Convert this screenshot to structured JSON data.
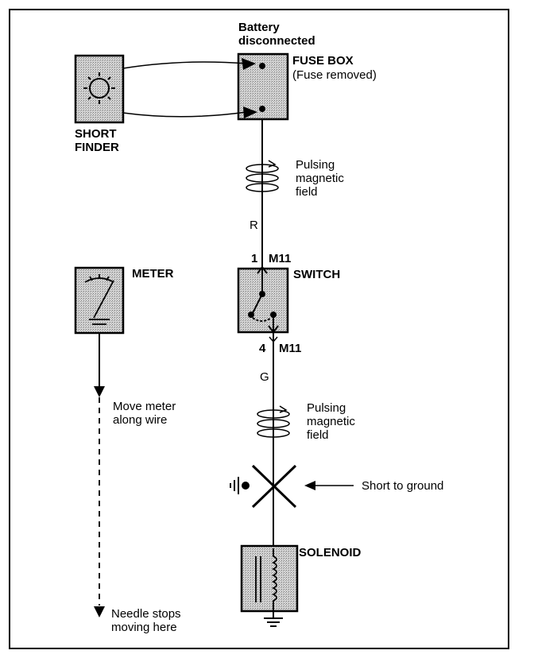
{
  "labels": {
    "battery": "Battery\ndisconnected",
    "fuse_box": "FUSE BOX",
    "fuse_removed": "(Fuse removed)",
    "short_finder": "SHORT\nFINDER",
    "pulsing_top": "Pulsing\nmagnetic\nfield",
    "wire_r": "R",
    "pin_1": "1",
    "conn_m11_top": "M11",
    "switch": "SWITCH",
    "meter": "METER",
    "pin_4": "4",
    "conn_m11_bottom": "M11",
    "wire_g": "G",
    "move_meter": "Move meter\nalong wire",
    "pulsing_bottom": "Pulsing\nmagnetic\nfield",
    "short_to_ground": "Short to ground",
    "solenoid": "SOLENOID",
    "needle_stops": "Needle stops\nmoving here"
  },
  "colors": {
    "ink": "#000000",
    "box_fill": "#c8c8c8",
    "paper": "#ffffff"
  }
}
